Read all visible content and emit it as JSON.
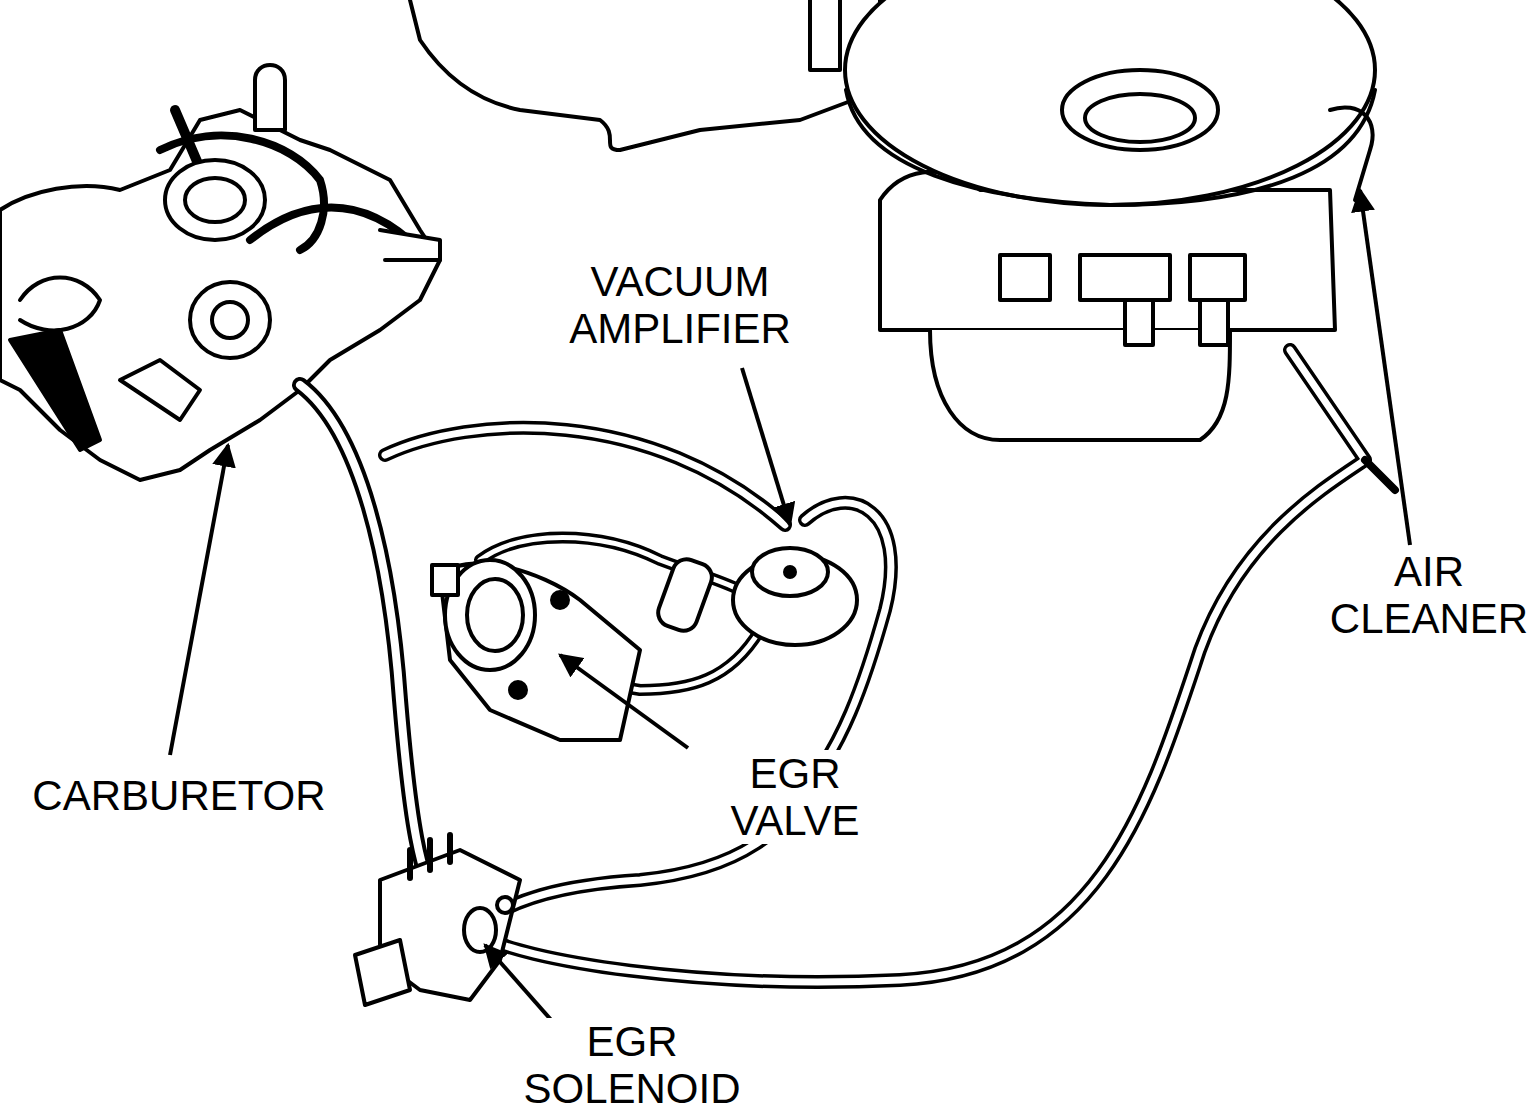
{
  "diagram": {
    "labels": [
      "VACUUM AMPLIFIER",
      "CARBURETOR",
      "EGR VALVE",
      "AIR CLEANER",
      "EGR SOLENOID"
    ]
  }
}
